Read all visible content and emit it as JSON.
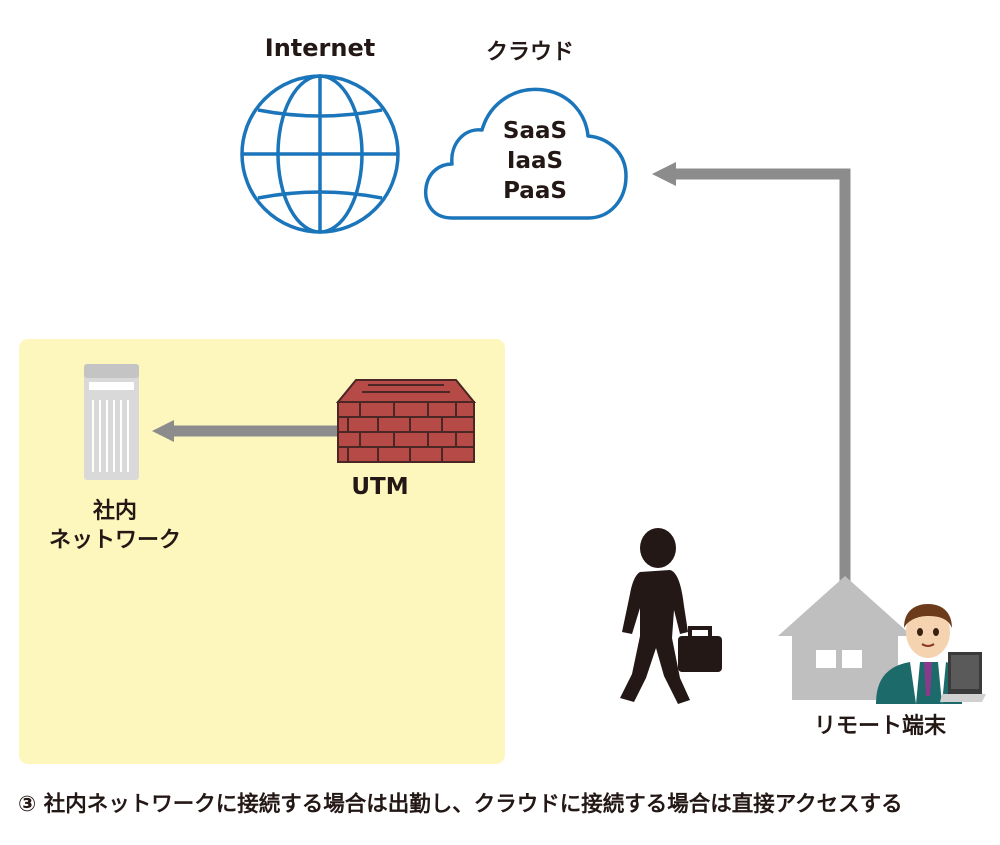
{
  "internet": {
    "label": "Internet"
  },
  "cloud": {
    "label": "クラウド",
    "services": [
      "SaaS",
      "IaaS",
      "PaaS"
    ]
  },
  "office": {
    "utm_label": "UTM",
    "network_label_line1": "社内",
    "network_label_line2": "ネットワーク"
  },
  "remote": {
    "label": "リモート端末"
  },
  "caption": "③ 社内ネットワークに接続する場合は出勤し、クラウドに接続する場合は直接アクセスする",
  "colors": {
    "office_zone": "#fdf6bd",
    "globe": "#1b75bb",
    "cloud": "#1b75bb",
    "arrow": "#8c8c8c",
    "brick": "#b54a46",
    "mortar": "#4a2624",
    "house": "#bfbfbf",
    "person_silhouette": "#231815"
  },
  "icons": [
    "globe-icon",
    "cloud-icon",
    "server-icon",
    "firewall-icon",
    "walking-person-icon",
    "house-icon",
    "remote-worker-icon",
    "laptop-icon"
  ]
}
